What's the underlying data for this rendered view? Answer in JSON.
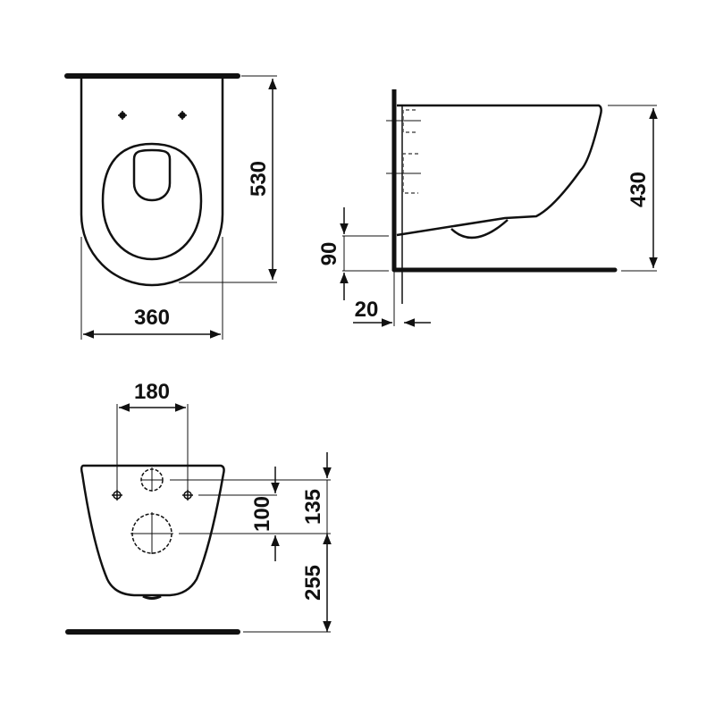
{
  "diagram": {
    "type": "technical-drawing",
    "subject": "wall-hung toilet",
    "colors": {
      "line": "#111111",
      "background": "#ffffff",
      "dashed": "#555555"
    },
    "views": {
      "top": {
        "dimensions": {
          "depth": "530",
          "width": "360"
        }
      },
      "side": {
        "dimensions": {
          "height": "430",
          "outlet_height": "90",
          "wall_gap": "20"
        }
      },
      "rear": {
        "dimensions": {
          "fixing_spacing": "180",
          "inlet_to_fixing": "100",
          "inlet_to_top": "135",
          "outlet_to_floor": "255"
        }
      }
    }
  }
}
